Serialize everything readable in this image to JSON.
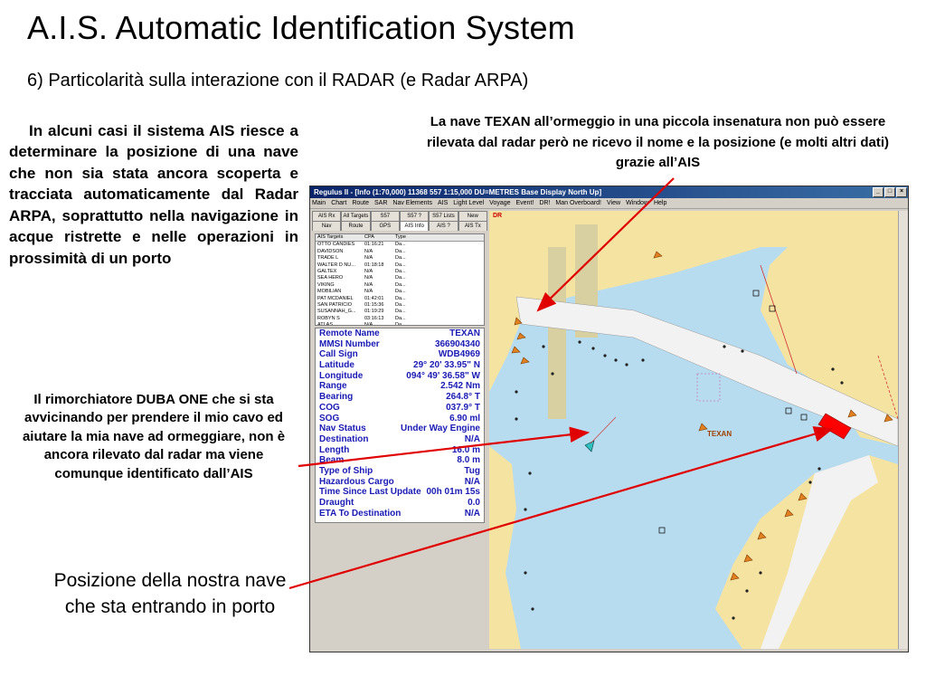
{
  "slide": {
    "title": "A.I.S. Automatic Identification System",
    "subtitle": "6) Particolarità sulla interazione con il RADAR (e Radar ARPA)",
    "left_text": "In alcuni casi il sistema AIS riesce a determinare la posizione di una nave che non sia stata ancora scoperta e tracciata automaticamente dal Radar ARPA, soprattutto nella navigazione in acque ristrette e nelle operazioni in prossimità di un porto",
    "top_right_text": "La nave TEXAN all’ormeggio in una piccola insenatura non può essere rilevata dal radar però ne ricevo il nome e la posizione (e molti altri dati) grazie all’AIS",
    "tug_text": "Il rimorchiatore DUBA ONE che si sta avvicinando per prendere il mio cavo ed aiutare la mia nave ad ormeggiare, non è ancora rilevato dal radar ma viene comunque identificato dall’AIS",
    "own_ship_text": "Posizione della nostra nave che sta entrando in porto"
  },
  "app": {
    "title": "Regulus II - [Info (1:70,000)     11368 557 1:15,000 DU=METRES     Base Display  North Up]",
    "menu": [
      "Main",
      "Chart",
      "Route",
      "SAR",
      "Nav Elements",
      "AIS",
      "Light Level",
      "Voyage",
      "Event!",
      "DR!",
      "Man Overboard!",
      "View",
      "Window",
      "Help"
    ],
    "tabs_row1": [
      "AIS Rx",
      "All Targets",
      "S57",
      "S57 ?",
      "S57 Lists",
      "New"
    ],
    "tabs_row2": [
      "Nav",
      "Route",
      "GPS",
      "AIS Info",
      "AIS ?",
      "AIS Tx"
    ],
    "active_tab": "AIS Info",
    "targets_headers": [
      "AIS Targets",
      "CPA",
      "Type"
    ],
    "targets": [
      [
        "OTTO CANDIES",
        "01:16:21",
        "Da..."
      ],
      [
        "DAVIDSON",
        "N/A",
        "Da..."
      ],
      [
        "TRADE L",
        "N/A",
        "Da..."
      ],
      [
        "WALTER D NU...",
        "01:18:18",
        "Da..."
      ],
      [
        "GALTEX",
        "N/A",
        "Da..."
      ],
      [
        "SEA HERO",
        "N/A",
        "Da..."
      ],
      [
        "VIKING",
        "N/A",
        "Da..."
      ],
      [
        "MOBILIAN",
        "N/A",
        "Da..."
      ],
      [
        "PAT MCDANIEL",
        "01:42:01",
        "Da..."
      ],
      [
        "SAN PATRICIO",
        "01:15:36",
        "Da..."
      ],
      [
        "SUSANNAH_G...",
        "01:19:29",
        "Da..."
      ],
      [
        "ROBYN S",
        "03:16:13",
        "Da..."
      ],
      [
        "ATLAS",
        "N/A",
        "Da..."
      ]
    ],
    "info": [
      [
        "Remote Name",
        "TEXAN"
      ],
      [
        "MMSI Number",
        "366904340"
      ],
      [
        "Call Sign",
        "WDB4969"
      ],
      [
        "Latitude",
        "29° 20' 33.95\" N"
      ],
      [
        "Longitude",
        "094° 49' 36.58\" W"
      ],
      [
        "Range",
        "2.542 Nm"
      ],
      [
        "Bearing",
        "264.8° T"
      ],
      [
        "COG",
        "037.9° T"
      ],
      [
        "SOG",
        "6.90 ml"
      ],
      [
        "Nav Status",
        "Under Way Engine"
      ],
      [
        "Destination",
        "N/A"
      ],
      [
        "Length",
        "16.0 m"
      ],
      [
        "Beam",
        "8.0 m"
      ],
      [
        "Type of Ship",
        "Tug"
      ],
      [
        "Hazardous Cargo",
        "N/A"
      ],
      [
        "Time Since Last Update",
        "00h 01m 15s"
      ],
      [
        "Draught",
        "0.0"
      ],
      [
        "ETA To Destination",
        "N/A"
      ]
    ],
    "map_label_dr": "DR",
    "map_label_texan": "TEXAN"
  },
  "colors": {
    "sea": "#b8dcef",
    "land": "#f5e3a2",
    "channel": "#f2f2f2",
    "annotation_arrow": "#e00000",
    "info_text": "#1a1ab4"
  }
}
